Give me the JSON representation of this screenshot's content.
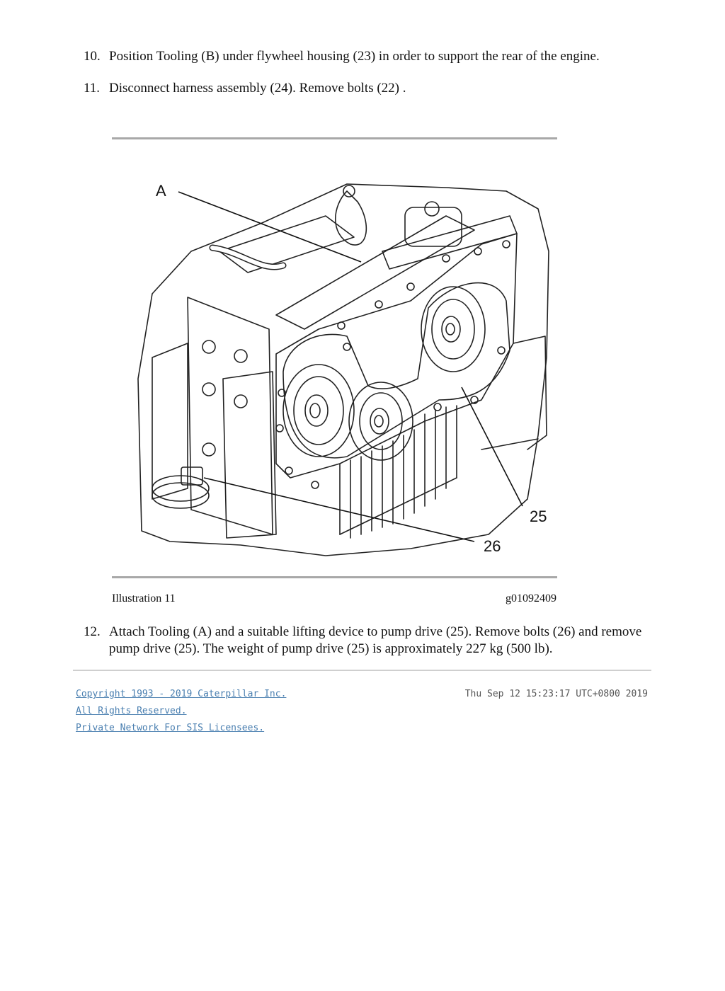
{
  "steps": [
    {
      "number": "10.",
      "text": "Position Tooling (B) under flywheel housing (23) in order to support the rear of the engine."
    },
    {
      "number": "11.",
      "text": "Disconnect harness assembly (24). Remove bolts (22) ."
    },
    {
      "number": "12.",
      "text": "Attach Tooling (A) and a suitable lifting device to pump drive (25). Remove bolts (26) and remove pump drive (25). The weight of pump drive (25) is approximately 227 kg (500 lb)."
    }
  ],
  "illustration": {
    "callouts": {
      "a": "A",
      "c25": "25",
      "c26": "26"
    },
    "caption_label": "Illustration 11",
    "caption_id": "g01092409"
  },
  "footer": {
    "copyright": "Copyright 1993 - 2019 Caterpillar Inc.",
    "rights": "All Rights Reserved.",
    "network": "Private Network For SIS Licensees.",
    "timestamp": "Thu Sep 12 15:23:17 UTC+0800 2019"
  },
  "colors": {
    "link": "#4a7fb0",
    "rule": "#a8a8a8"
  }
}
